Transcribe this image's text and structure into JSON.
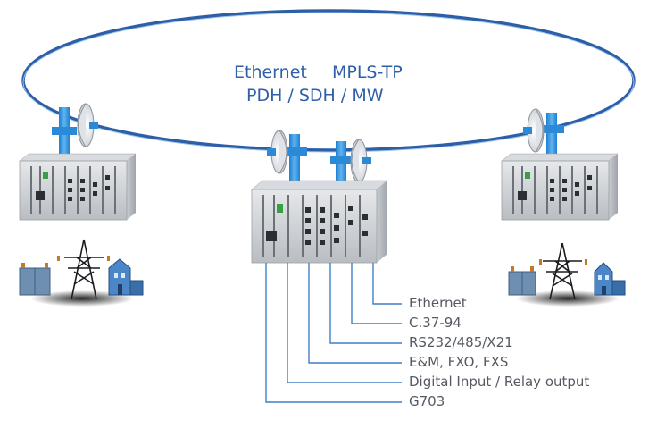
{
  "ring": {
    "line1_left": "Ethernet",
    "line1_right": "MPLS-TP",
    "line2": "PDH / SDH / MW"
  },
  "interfaces": [
    "Ethernet",
    "C.37-94",
    "RS232/485/X21",
    "E&M, FXO, FXS",
    "Digital Input / Relay output",
    "G703"
  ],
  "colors": {
    "ring": "#2d5fa6",
    "accent_blue": "#3b8fd6",
    "text_blue": "#2f5fa8",
    "label_gray": "#555a62"
  },
  "icons": [
    "network-node-chassis",
    "microwave-dish-antenna",
    "power-pylon",
    "substation-building",
    "transformer-cabinet"
  ]
}
